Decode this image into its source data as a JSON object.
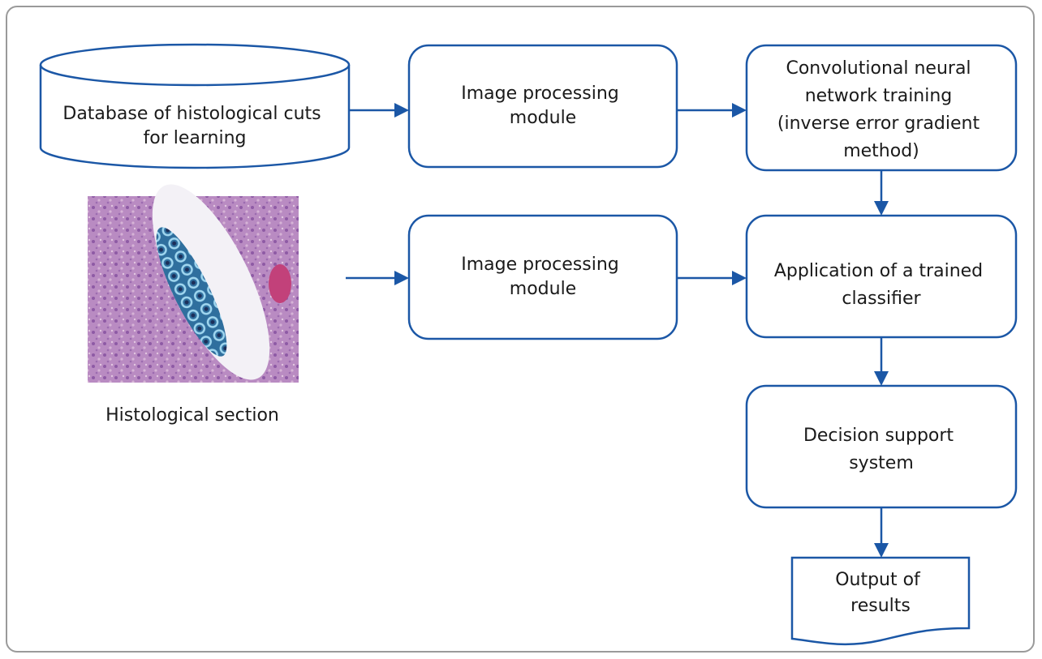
{
  "nodes": {
    "database": {
      "lines": [
        "Database of histological cuts",
        "for learning"
      ]
    },
    "image_processing_top": {
      "lines": [
        "Image processing",
        "module"
      ]
    },
    "cnn_training": {
      "lines": [
        "Convolutional neural",
        "network training",
        "(inverse error gradient",
        "method)"
      ]
    },
    "histological_section": {
      "caption": "Histological section"
    },
    "image_processing_bottom": {
      "lines": [
        "Image processing",
        "module"
      ]
    },
    "trained_classifier": {
      "lines": [
        "Application of a trained",
        "classifier"
      ]
    },
    "decision_support": {
      "lines": [
        "Decision support",
        "system"
      ]
    },
    "output": {
      "lines": [
        "Output of",
        "results"
      ]
    }
  },
  "colors": {
    "accent": "#1b57a6",
    "frame": "#9a9a9a",
    "text": "#1a1a1a"
  }
}
